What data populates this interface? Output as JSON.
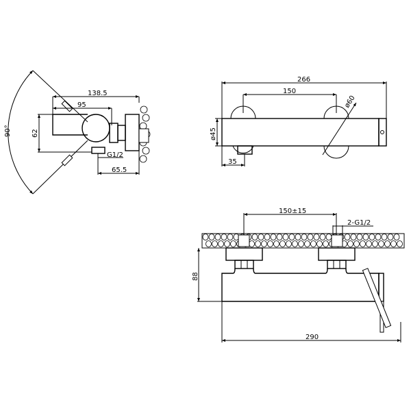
{
  "title": "Shower mixer technical drawing",
  "side_view": {
    "angle_label": "90°",
    "dim_overall_depth": "138.5",
    "dim_body_depth": "95",
    "dim_height": "62",
    "dim_outlet_offset": "65.5",
    "outlet_thread": "G1/2"
  },
  "top_view": {
    "dim_overall_length": "266",
    "dim_inlet_spacing": "150",
    "dim_eccentric_diameter": "ø60",
    "dim_body_diameter": "ø45",
    "dim_outlet_offset": "35"
  },
  "front_view": {
    "dim_inlet_spacing": "150±15",
    "inlet_thread": "2-G1/2",
    "dim_projection": "88",
    "dim_overall_length": "290"
  }
}
